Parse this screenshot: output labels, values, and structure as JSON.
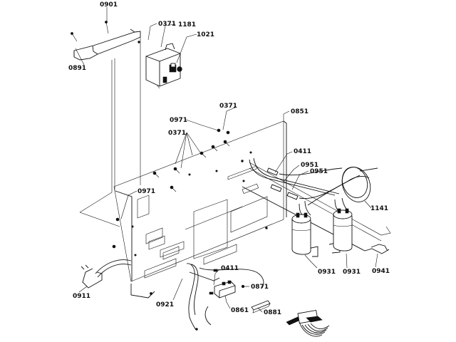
{
  "diagram": {
    "callouts": [
      {
        "id": "c0901",
        "label": "0901"
      },
      {
        "id": "c0371a",
        "label": "0371"
      },
      {
        "id": "c1181",
        "label": "1181"
      },
      {
        "id": "c1021",
        "label": "1021"
      },
      {
        "id": "c0891",
        "label": "0891"
      },
      {
        "id": "c0371b",
        "label": "0371"
      },
      {
        "id": "c0851",
        "label": "0851"
      },
      {
        "id": "c0971a",
        "label": "0971"
      },
      {
        "id": "c0371c",
        "label": "0371"
      },
      {
        "id": "c0411a",
        "label": "0411"
      },
      {
        "id": "c0951a",
        "label": "0951"
      },
      {
        "id": "c0951b",
        "label": "0951"
      },
      {
        "id": "c0971b",
        "label": "0971"
      },
      {
        "id": "c1141",
        "label": "1141"
      },
      {
        "id": "c0411b",
        "label": "0411"
      },
      {
        "id": "c0871",
        "label": "0871"
      },
      {
        "id": "c0911",
        "label": "0911"
      },
      {
        "id": "c0921",
        "label": "0921"
      },
      {
        "id": "c0861",
        "label": "0861"
      },
      {
        "id": "c0881",
        "label": "0881"
      },
      {
        "id": "c0931a",
        "label": "0931"
      },
      {
        "id": "c0931b",
        "label": "0931"
      },
      {
        "id": "c0941",
        "label": "0941"
      }
    ]
  }
}
